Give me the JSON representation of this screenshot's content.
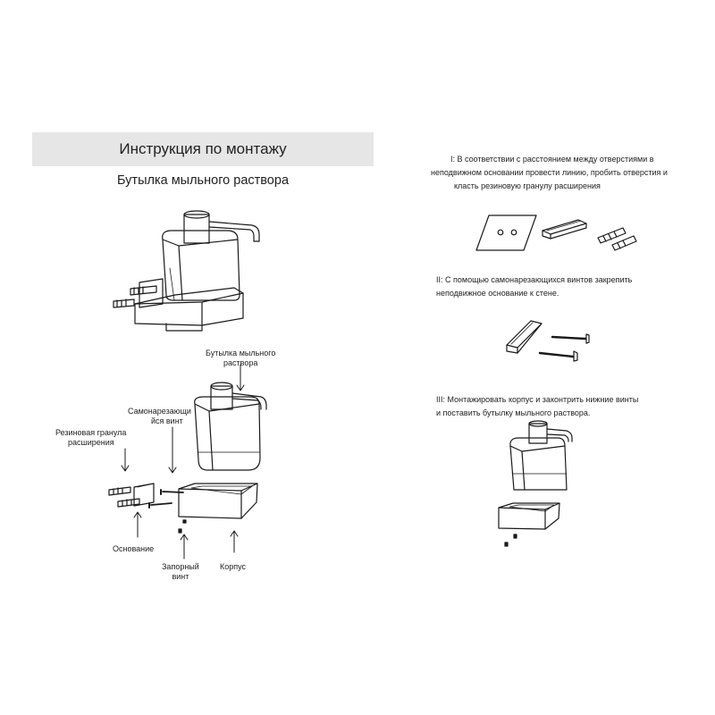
{
  "header": {
    "title": "Инструкция по монтажу"
  },
  "subtitle": "Бутылка мыльного раствора",
  "labels": {
    "bottle_1": "Бутылка мыльного",
    "bottle_2": "раствора",
    "screw_1": "Самонарезающи",
    "screw_2": "йся винт",
    "gran_1": "Резиновая гранула",
    "gran_2": "расширения",
    "base": "Основание",
    "lock_1": "Запорный",
    "lock_2": "винт",
    "body": "Корпус"
  },
  "steps": [
    {
      "lines": [
        "I: В соответствии с расстоянием между отверстиями в",
        "неподвижном основании провести линию, пробить отверстия и",
        "класть резиновую гранулу расширения"
      ]
    },
    {
      "lines": [
        "II: С помощью самонарезающихся винтов закрепить",
        "неподвижное основание к стене."
      ]
    },
    {
      "lines": [
        "III: Монтажировать корпус и законтрить нижние винты",
        "и поставить бутылку мыльного раствора."
      ]
    }
  ],
  "icons": [
    "soap-dispenser-assembled-icon",
    "soap-dispenser-exploded-icon",
    "wall-plate-with-holes-icon",
    "base-bracket-icon",
    "expansion-anchor-icon",
    "self-tapping-screw-icon",
    "locking-screw-icon",
    "arrow-icon"
  ]
}
